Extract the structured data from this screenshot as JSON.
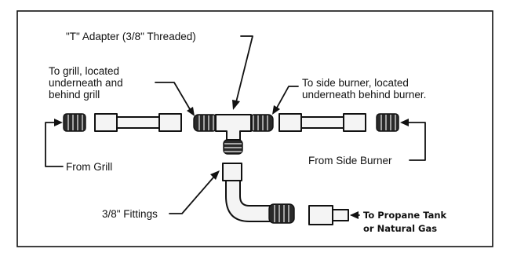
{
  "labels": {
    "t_adapter": "\"T\" Adapter (3/8\" Threaded)",
    "to_grill_1": "To grill, located",
    "to_grill_2": "underneath and",
    "to_grill_3": "behind grill",
    "to_side_burner_1": "To side burner, located",
    "to_side_burner_2": "underneath behind burner.",
    "from_grill": "From Grill",
    "from_side_burner": "From Side Burner",
    "fittings": "3/8\" Fittings",
    "to_propane_1": "To Propane Tank",
    "to_propane_2": "or Natural Gas"
  }
}
